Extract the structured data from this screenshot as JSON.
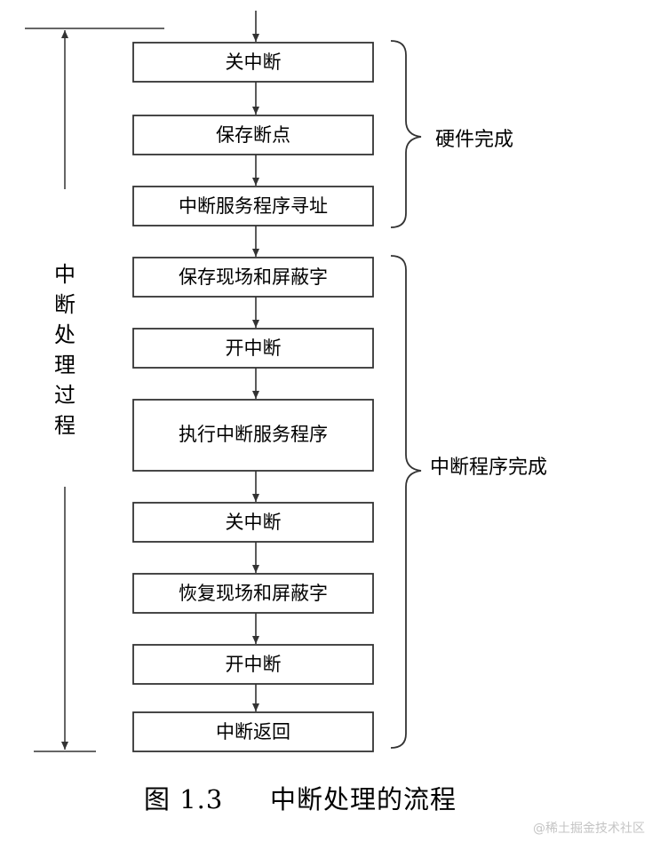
{
  "steps": [
    "关中断",
    "保存断点",
    "中断服务程序寻址",
    "保存现场和屏蔽字",
    "开中断",
    "执行中断服务程序",
    "关中断",
    "恢复现场和屏蔽字",
    "开中断",
    "中断返回"
  ],
  "groups": {
    "hardware": "硬件完成",
    "program": "中断程序完成"
  },
  "process_label": [
    "中",
    "断",
    "处",
    "理",
    "过",
    "程"
  ],
  "caption": {
    "number": "图 1.3",
    "title": "中断处理的流程"
  },
  "watermark": "@稀土掘金技术社区"
}
